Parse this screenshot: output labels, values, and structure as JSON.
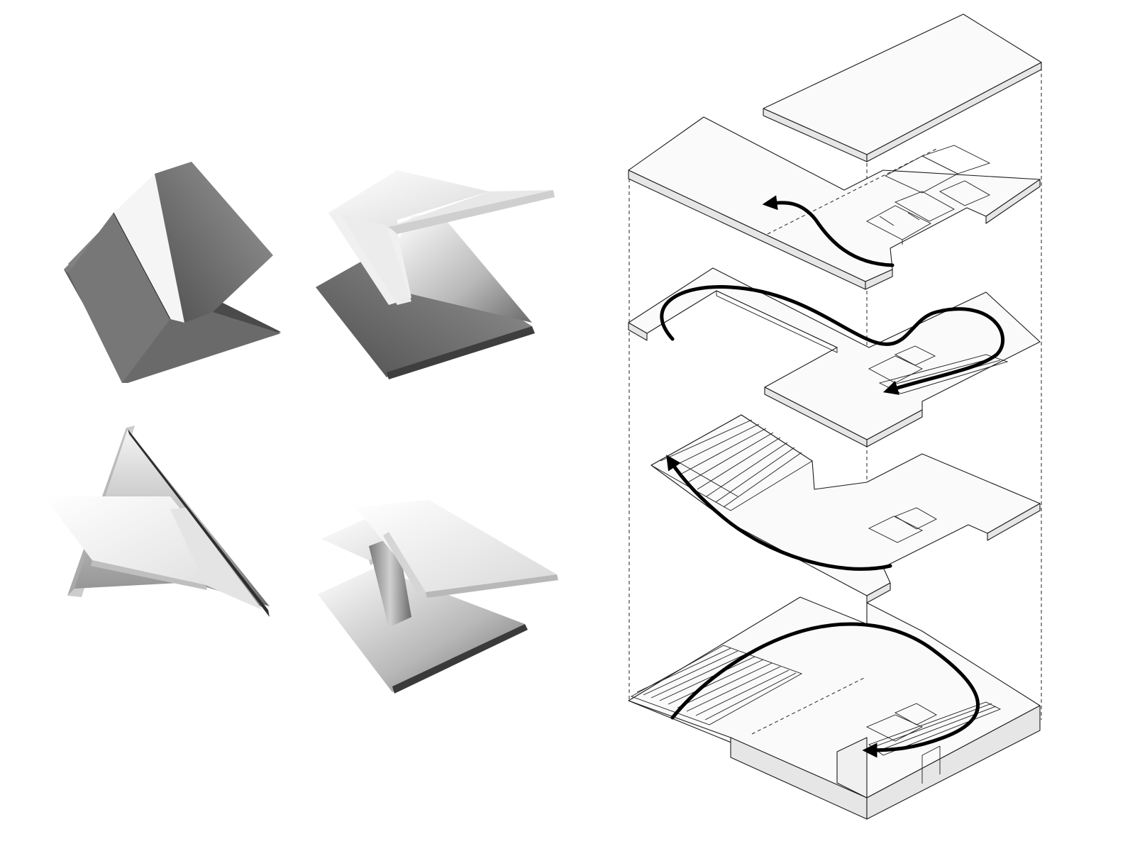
{
  "figure": {
    "left_panel": {
      "models": [
        {
          "id": "model-a",
          "form": "folded-v-with-center-strip"
        },
        {
          "id": "model-b",
          "form": "z-fold-cantilever"
        },
        {
          "id": "model-c",
          "form": "inverted-v-over-fold"
        },
        {
          "id": "model-d",
          "form": "stacked-plates-with-spine"
        }
      ]
    },
    "right_panel": {
      "levels": [
        "roof",
        "upper-floor",
        "middle-floor",
        "lower-floor",
        "ground-floor"
      ],
      "circulation_arrows": 4
    },
    "colors": {
      "background": "#ffffff",
      "line": "#1a1a1a",
      "arrow": "#000000",
      "model_light": "#f2f2f2",
      "model_dark": "#6e6e6e"
    }
  }
}
